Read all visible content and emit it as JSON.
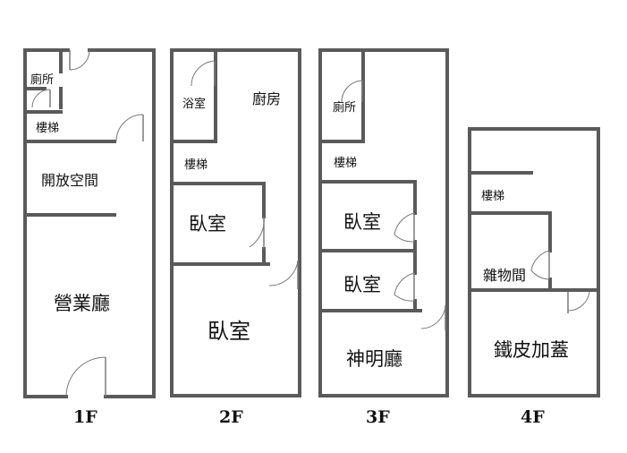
{
  "floors": [
    {
      "label": "1F",
      "rooms": {
        "toilet": "廁所",
        "stairs": "樓梯",
        "open_space": "開放空間",
        "business_hall": "營業廳"
      }
    },
    {
      "label": "2F",
      "rooms": {
        "bathroom": "浴室",
        "kitchen": "廚房",
        "stairs": "樓梯",
        "bedroom_small": "臥室",
        "bedroom_large": "臥室"
      }
    },
    {
      "label": "3F",
      "rooms": {
        "toilet": "廁所",
        "stairs": "樓梯",
        "bedroom_1": "臥室",
        "bedroom_2": "臥室",
        "shrine_hall": "神明廳"
      }
    },
    {
      "label": "4F",
      "rooms": {
        "stairs": "樓梯",
        "storage": "雜物間",
        "iron_addition": "鐵皮加蓋"
      }
    }
  ],
  "colors": {
    "wall": "#5a5a5a",
    "door": "#7a7a7a",
    "text": "#111111"
  }
}
